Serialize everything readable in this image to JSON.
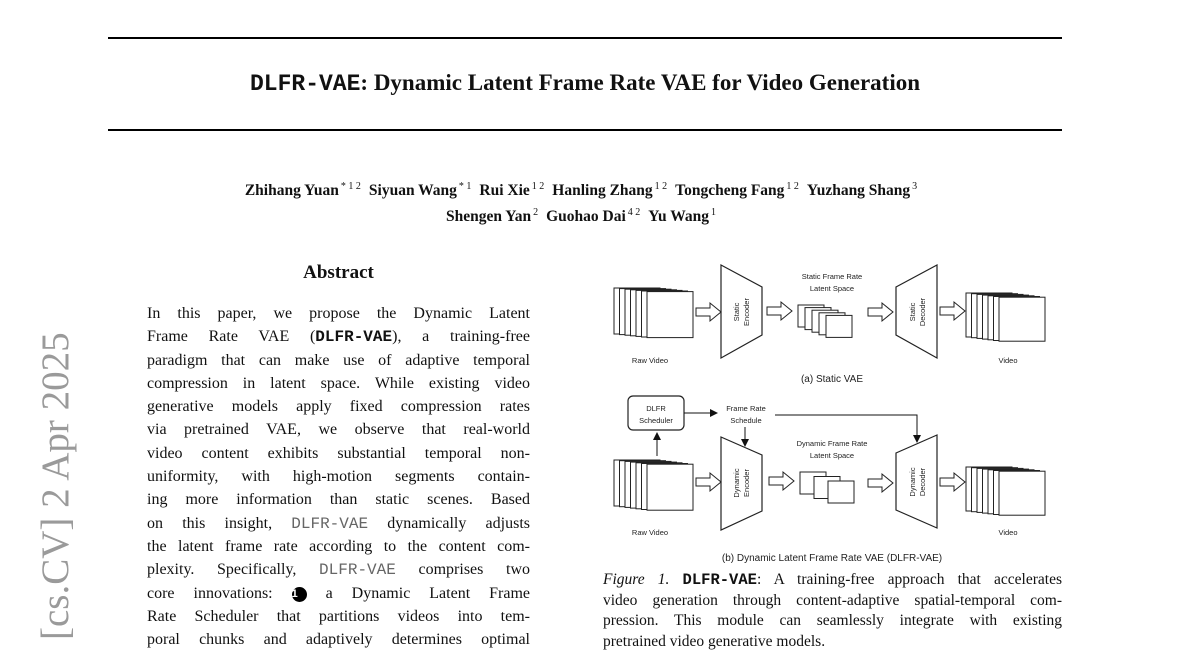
{
  "watermark": "[cs.CV]  2 Apr 2025",
  "title": {
    "name_mono": "DLFR-VAE",
    "rest": ": Dynamic Latent Frame Rate VAE for Video Generation"
  },
  "authors": {
    "line1": [
      {
        "name": "Zhihang Yuan",
        "aff": "* 1 2"
      },
      {
        "name": "Siyuan Wang",
        "aff": "* 1"
      },
      {
        "name": "Rui Xie",
        "aff": "1 2"
      },
      {
        "name": "Hanling Zhang",
        "aff": "1 2"
      },
      {
        "name": "Tongcheng Fang",
        "aff": "1 2"
      },
      {
        "name": "Yuzhang Shang",
        "aff": "3"
      }
    ],
    "line2": [
      {
        "name": "Shengen Yan",
        "aff": "2"
      },
      {
        "name": "Guohao Dai",
        "aff": "4 2"
      },
      {
        "name": "Yu Wang",
        "aff": "1"
      }
    ]
  },
  "abstract": {
    "heading": "Abstract",
    "l1": "In this paper, we propose the Dynamic Latent",
    "l2a": "Frame Rate VAE (",
    "l2m": "DLFR-VAE",
    "l2b": "), a training-free",
    "l3": "paradigm that can make use of adaptive temporal",
    "l4": "compression in latent space. While existing video",
    "l5": "generative models apply fixed compression rates",
    "l6": "via pretrained VAE, we observe that real-world",
    "l7": "video content exhibits substantial temporal non-",
    "l8": "uniformity, with high-motion segments contain-",
    "l9": "ing more information than static scenes. Based",
    "l10a": "on this insight, ",
    "l10m": "DLFR-VAE",
    "l10b": " dynamically adjusts",
    "l11": "the latent frame rate according to the content com-",
    "l12a": "plexity. Specifically, ",
    "l12m": "DLFR-VAE",
    "l12b": " comprises two",
    "l13a": "core innovations: ",
    "l13n": "1",
    "l13b": " a Dynamic Latent Frame",
    "l14": "Rate Scheduler that partitions videos into tem-",
    "l15": "poral chunks and adaptively determines optimal"
  },
  "figure": {
    "a": {
      "raw_video": "Raw Video",
      "encoder1": "Static",
      "encoder2": "Encoder",
      "latent1": "Static Frame Rate",
      "latent2": "Latent Space",
      "decoder1": "Static",
      "decoder2": "Decoder",
      "video": "Video",
      "caption": "(a) Static VAE"
    },
    "b": {
      "scheduler1": "DLFR",
      "scheduler2": "Scheduler",
      "schedule1": "Frame Rate",
      "schedule2": "Schedule",
      "raw_video": "Raw Video",
      "encoder1": "Dynamic",
      "encoder2": "Encoder",
      "latent1": "Dynamic Frame Rate",
      "latent2": "Latent Space",
      "decoder1": "Dynamic",
      "decoder2": "Decoder",
      "video": "Video",
      "caption": "(b) Dynamic Latent Frame Rate VAE (DLFR-VAE)"
    }
  },
  "caption": {
    "label": "Figure 1.",
    "mono": "DLFR-VAE",
    "l1": ": A training-free approach that accelerates",
    "l2": "video generation through content-adaptive spatial-temporal com-",
    "l3": "pression.  This module can seamlessly integrate with existing",
    "l4": "pretrained video generative models."
  }
}
